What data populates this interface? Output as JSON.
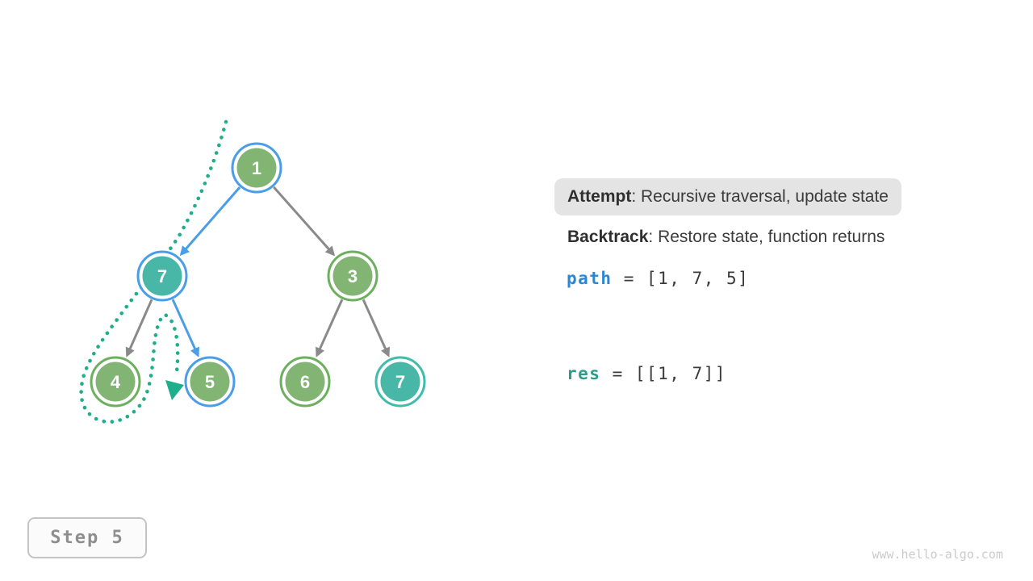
{
  "palette": {
    "node_green": "#82b574",
    "node_teal": "#48b7a8",
    "ring_green": "#6cb05e",
    "ring_teal": "#3fbcaa",
    "ring_blue": "#4a9de8",
    "edge_gray": "#8a8a8a",
    "edge_blue": "#4a9de8",
    "trace_teal": "#1fae8c",
    "code_blue": "#2e86d1",
    "code_teal": "#2e9c8a",
    "attempt_box_bg": "#e4e4e4",
    "text_dark": "#3b3b3b"
  },
  "tree": {
    "nodes": [
      {
        "value": "1",
        "fill": "green",
        "ring": "blue"
      },
      {
        "value": "7",
        "fill": "teal",
        "ring": "blue"
      },
      {
        "value": "3",
        "fill": "green",
        "ring": "green"
      },
      {
        "value": "4",
        "fill": "green",
        "ring": "green"
      },
      {
        "value": "5",
        "fill": "green",
        "ring": "blue"
      },
      {
        "value": "6",
        "fill": "green",
        "ring": "green"
      },
      {
        "value": "7",
        "fill": "teal",
        "ring": "teal"
      }
    ],
    "edges": [
      {
        "from": "1",
        "to": "7",
        "highlight": true
      },
      {
        "from": "1",
        "to": "3",
        "highlight": false
      },
      {
        "from": "7",
        "to": "4",
        "highlight": false
      },
      {
        "from": "7",
        "to": "5",
        "highlight": true
      },
      {
        "from": "3",
        "to": "6",
        "highlight": false
      },
      {
        "from": "3",
        "to": "7",
        "highlight": false
      }
    ]
  },
  "panel": {
    "attempt": {
      "label": "Attempt",
      "rest": ": Recursive traversal, update state"
    },
    "backtrack": {
      "label": "Backtrack",
      "rest": ": Restore state, function returns"
    },
    "path": {
      "name": "path",
      "rest": " = [1, 7, 5]"
    },
    "res": {
      "name": "res",
      "rest": " = [[1, 7]]"
    }
  },
  "step": {
    "label": "Step 5"
  },
  "footer": {
    "watermark": "www.hello-algo.com"
  }
}
